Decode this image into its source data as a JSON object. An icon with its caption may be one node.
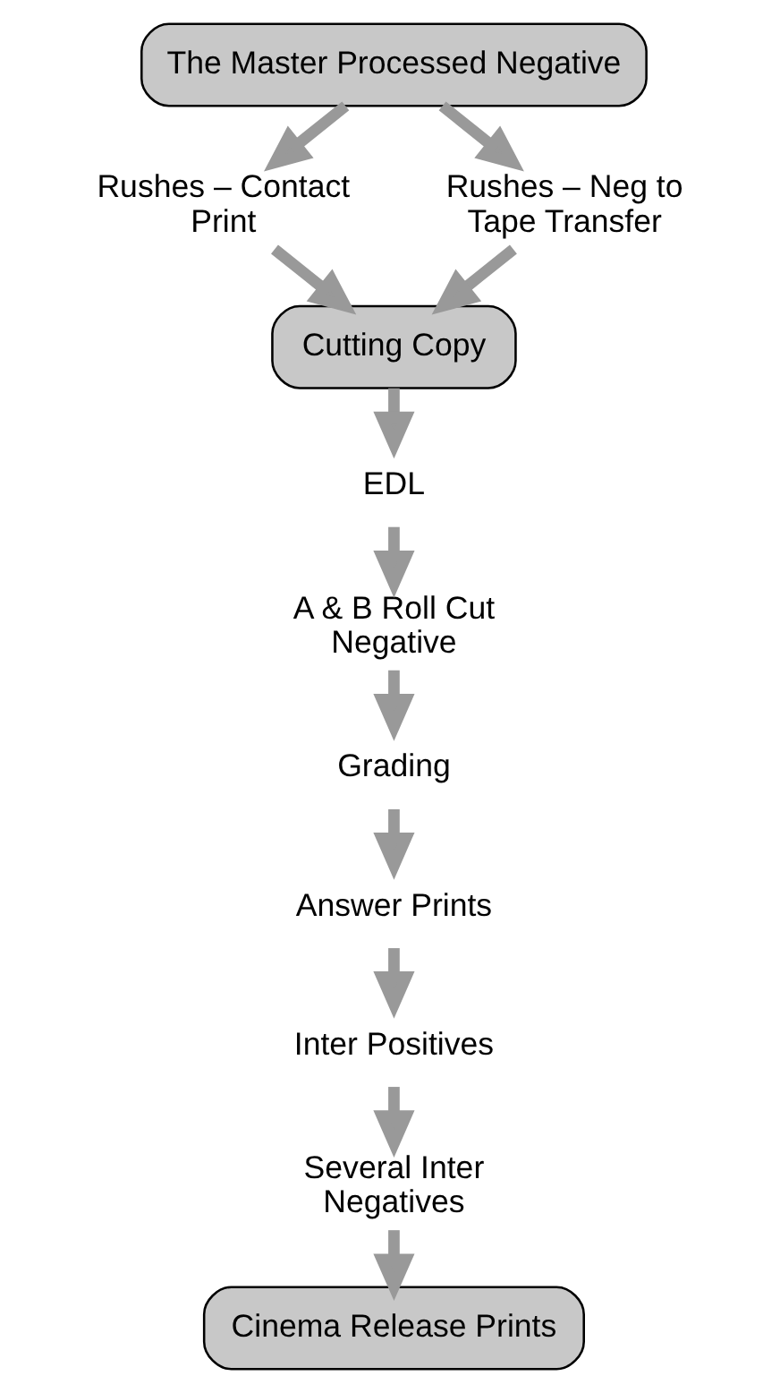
{
  "diagram": {
    "nodes": [
      {
        "text": [
          "The Master Processed Negative"
        ]
      },
      {
        "text": [
          "Rushes – Contact Print"
        ]
      },
      {
        "text": [
          "Rushes – Neg to Tape Transfer"
        ]
      },
      {
        "text": [
          "Cutting Copy"
        ]
      },
      {
        "text": [
          "EDL"
        ]
      },
      {
        "text": [
          "A & B Roll Cut Negative"
        ]
      },
      {
        "text": [
          "Grading"
        ]
      },
      {
        "text": [
          "Answer Prints"
        ]
      },
      {
        "text": [
          "Inter Positives"
        ]
      },
      {
        "text": [
          "Several Inter Negatives"
        ]
      },
      {
        "text": [
          "Cinema Release Prints"
        ]
      }
    ],
    "edges": [
      {
        "from": 0,
        "to": 1,
        "arrow": "to"
      },
      {
        "from": 0,
        "to": 2,
        "arrow": "to"
      },
      {
        "from": 1,
        "to": 3,
        "arrow": "to"
      },
      {
        "from": 2,
        "to": 3,
        "arrow": "to"
      },
      {
        "from": 3,
        "to": 4,
        "arrow": "to"
      },
      {
        "from": 4,
        "to": 5,
        "arrow": "to"
      },
      {
        "from": 5,
        "to": 6,
        "arrow": "to"
      },
      {
        "from": 6,
        "to": 7,
        "arrow": "to"
      },
      {
        "from": 7,
        "to": 8,
        "arrow": "to"
      },
      {
        "from": 8,
        "to": 9,
        "arrow": "to"
      },
      {
        "from": 9,
        "to": 10,
        "arrow": "to"
      }
    ]
  }
}
